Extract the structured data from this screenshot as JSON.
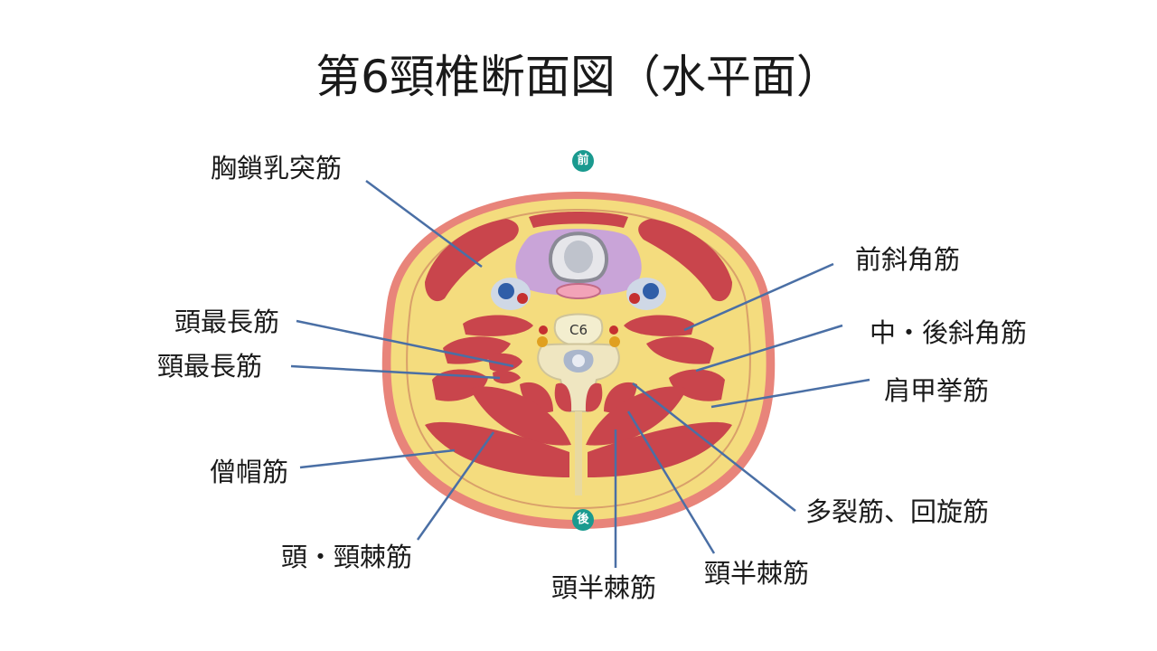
{
  "title": "第6頸椎断面図（水平面）",
  "orientation": {
    "anterior": "前",
    "posterior": "後"
  },
  "vertebra_label": "C6",
  "labels": {
    "sternocleidomastoid": "胸鎖乳突筋",
    "longissimus_capitis": "頭最長筋",
    "longissimus_cervicis": "頸最長筋",
    "trapezius": "僧帽筋",
    "spinalis_capitis_cervicis": "頭・頸棘筋",
    "semispinalis_capitis": "頭半棘筋",
    "semispinalis_cervicis": "頸半棘筋",
    "multifidus_rotatores": "多裂筋、回旋筋",
    "levator_scapulae": "肩甲挙筋",
    "middle_posterior_scalene": "中・後斜角筋",
    "anterior_scalene": "前斜角筋"
  },
  "colors": {
    "leader_line": "#4a6fa5",
    "skin": "#e8847a",
    "fat": "#f4dc7e",
    "muscle": "#c9454c",
    "larynx": "#c9a4d8",
    "badge": "#1a9a8f"
  }
}
